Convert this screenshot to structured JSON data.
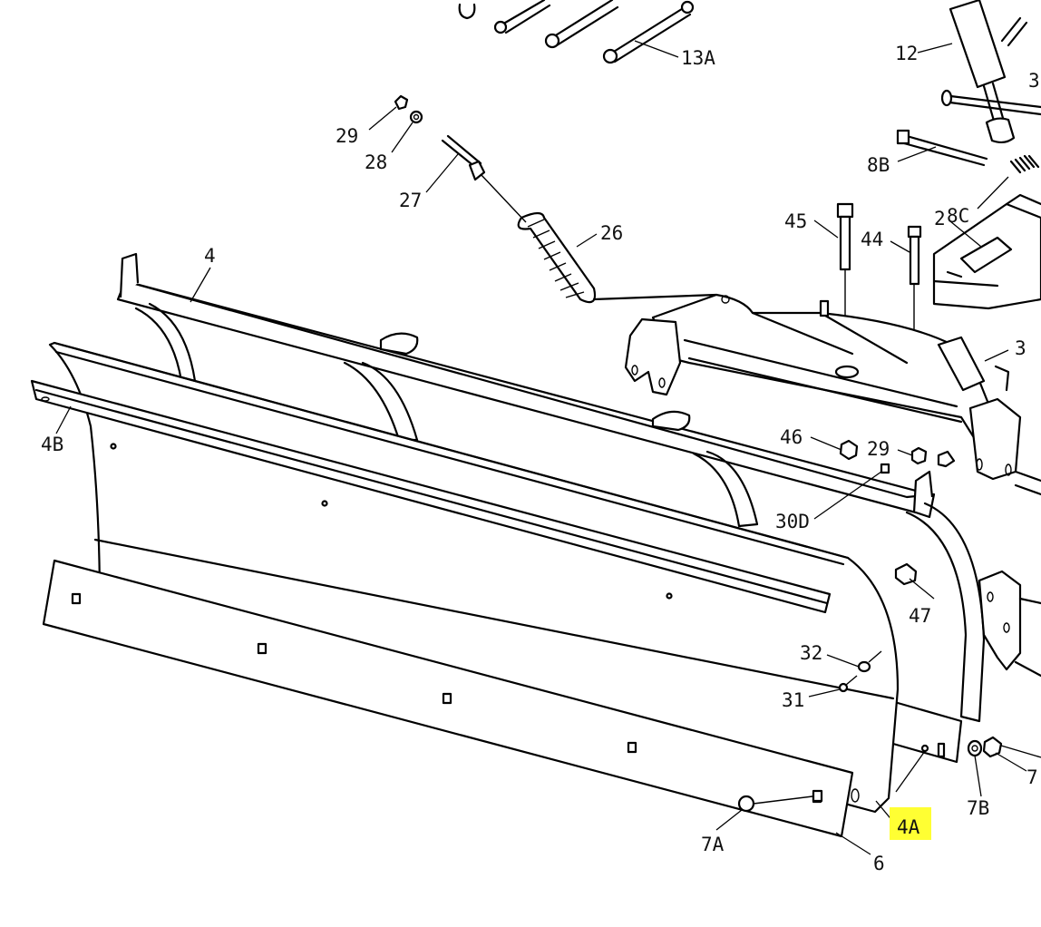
{
  "labels": {
    "l13A": "13A",
    "l12": "12",
    "l3top": "3",
    "l29a": "29",
    "l28": "28",
    "l27": "27",
    "l26": "26",
    "l8B": "8B",
    "l8C": "8C",
    "l45": "45",
    "l44": "44",
    "l2": "2",
    "l4": "4",
    "l3": "3",
    "l4B": "4B",
    "l46": "46",
    "l29b": "29",
    "l30D": "30D",
    "l47": "47",
    "l32": "32",
    "l31": "31",
    "l7": "7",
    "l7B": "7B",
    "l4A": "4A",
    "l7A": "7A",
    "l6": "6"
  },
  "highlight_color": "#ffff33"
}
